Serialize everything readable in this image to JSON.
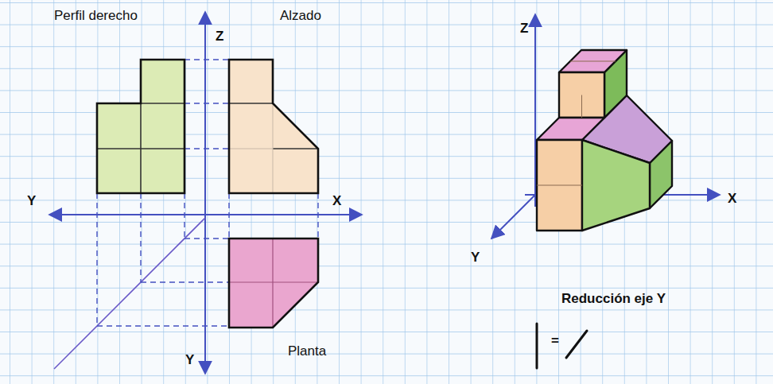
{
  "diagram": {
    "labels": [
      "Perfil derecho",
      "Z",
      "Alzado",
      "Y",
      "X",
      "Y",
      "Planta",
      "Z",
      "X",
      "Y",
      "Reducción eje Y",
      "="
    ]
  }
}
